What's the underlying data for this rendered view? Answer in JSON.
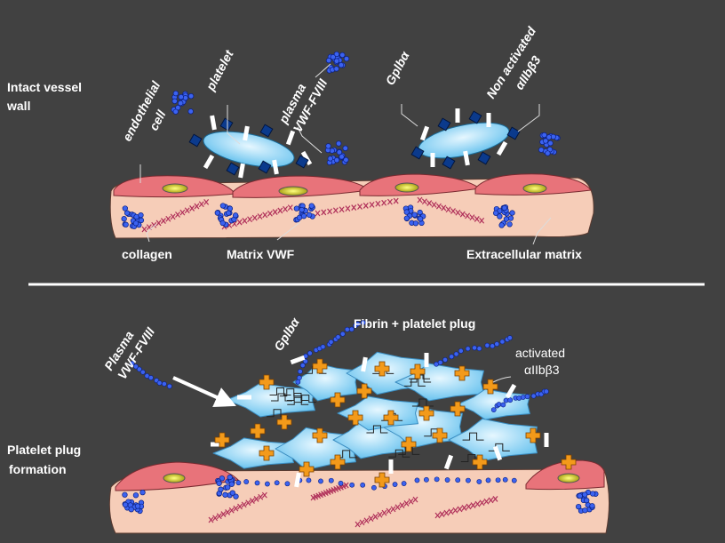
{
  "top_panel": {
    "title_line1": "Intact vessel",
    "title_line2": "wall",
    "labels": {
      "endothelial_line1": "endothelial",
      "endothelial_line2": "cell",
      "platelet": "platelet",
      "plasma_vwf_line1": "plasma",
      "plasma_vwf_line2": "VWF-FVIII",
      "gplba": "Gplbα",
      "non_activated_line1": "Non activated",
      "non_activated_line2": "αIIbβ3",
      "collagen": "collagen",
      "matrix_vwf": "Matrix VWF",
      "extracellular_matrix": "Extracellular matrix"
    }
  },
  "bottom_panel": {
    "title_line1": "Platelet plug",
    "title_line2": "formation",
    "labels": {
      "plasma_vwf_line1": "Plasma",
      "plasma_vwf_line2": "VWF-FVIII",
      "gplba": "Gplbα",
      "fibrin_plug": "Fibrin + platelet plug",
      "activated_line1": "activated",
      "activated_line2": "αIIbβ3"
    }
  },
  "colors": {
    "background": "#414141",
    "platelet": "#8fd3f4",
    "endothelial": "#e8737a",
    "nucleus": "#c8c000",
    "matrix": "#f6cdb8",
    "vwf": "#2a4fd8",
    "receptor": "#0b3a8c",
    "activated_receptor": "#f39a1a",
    "collagen": "#b0305a"
  }
}
